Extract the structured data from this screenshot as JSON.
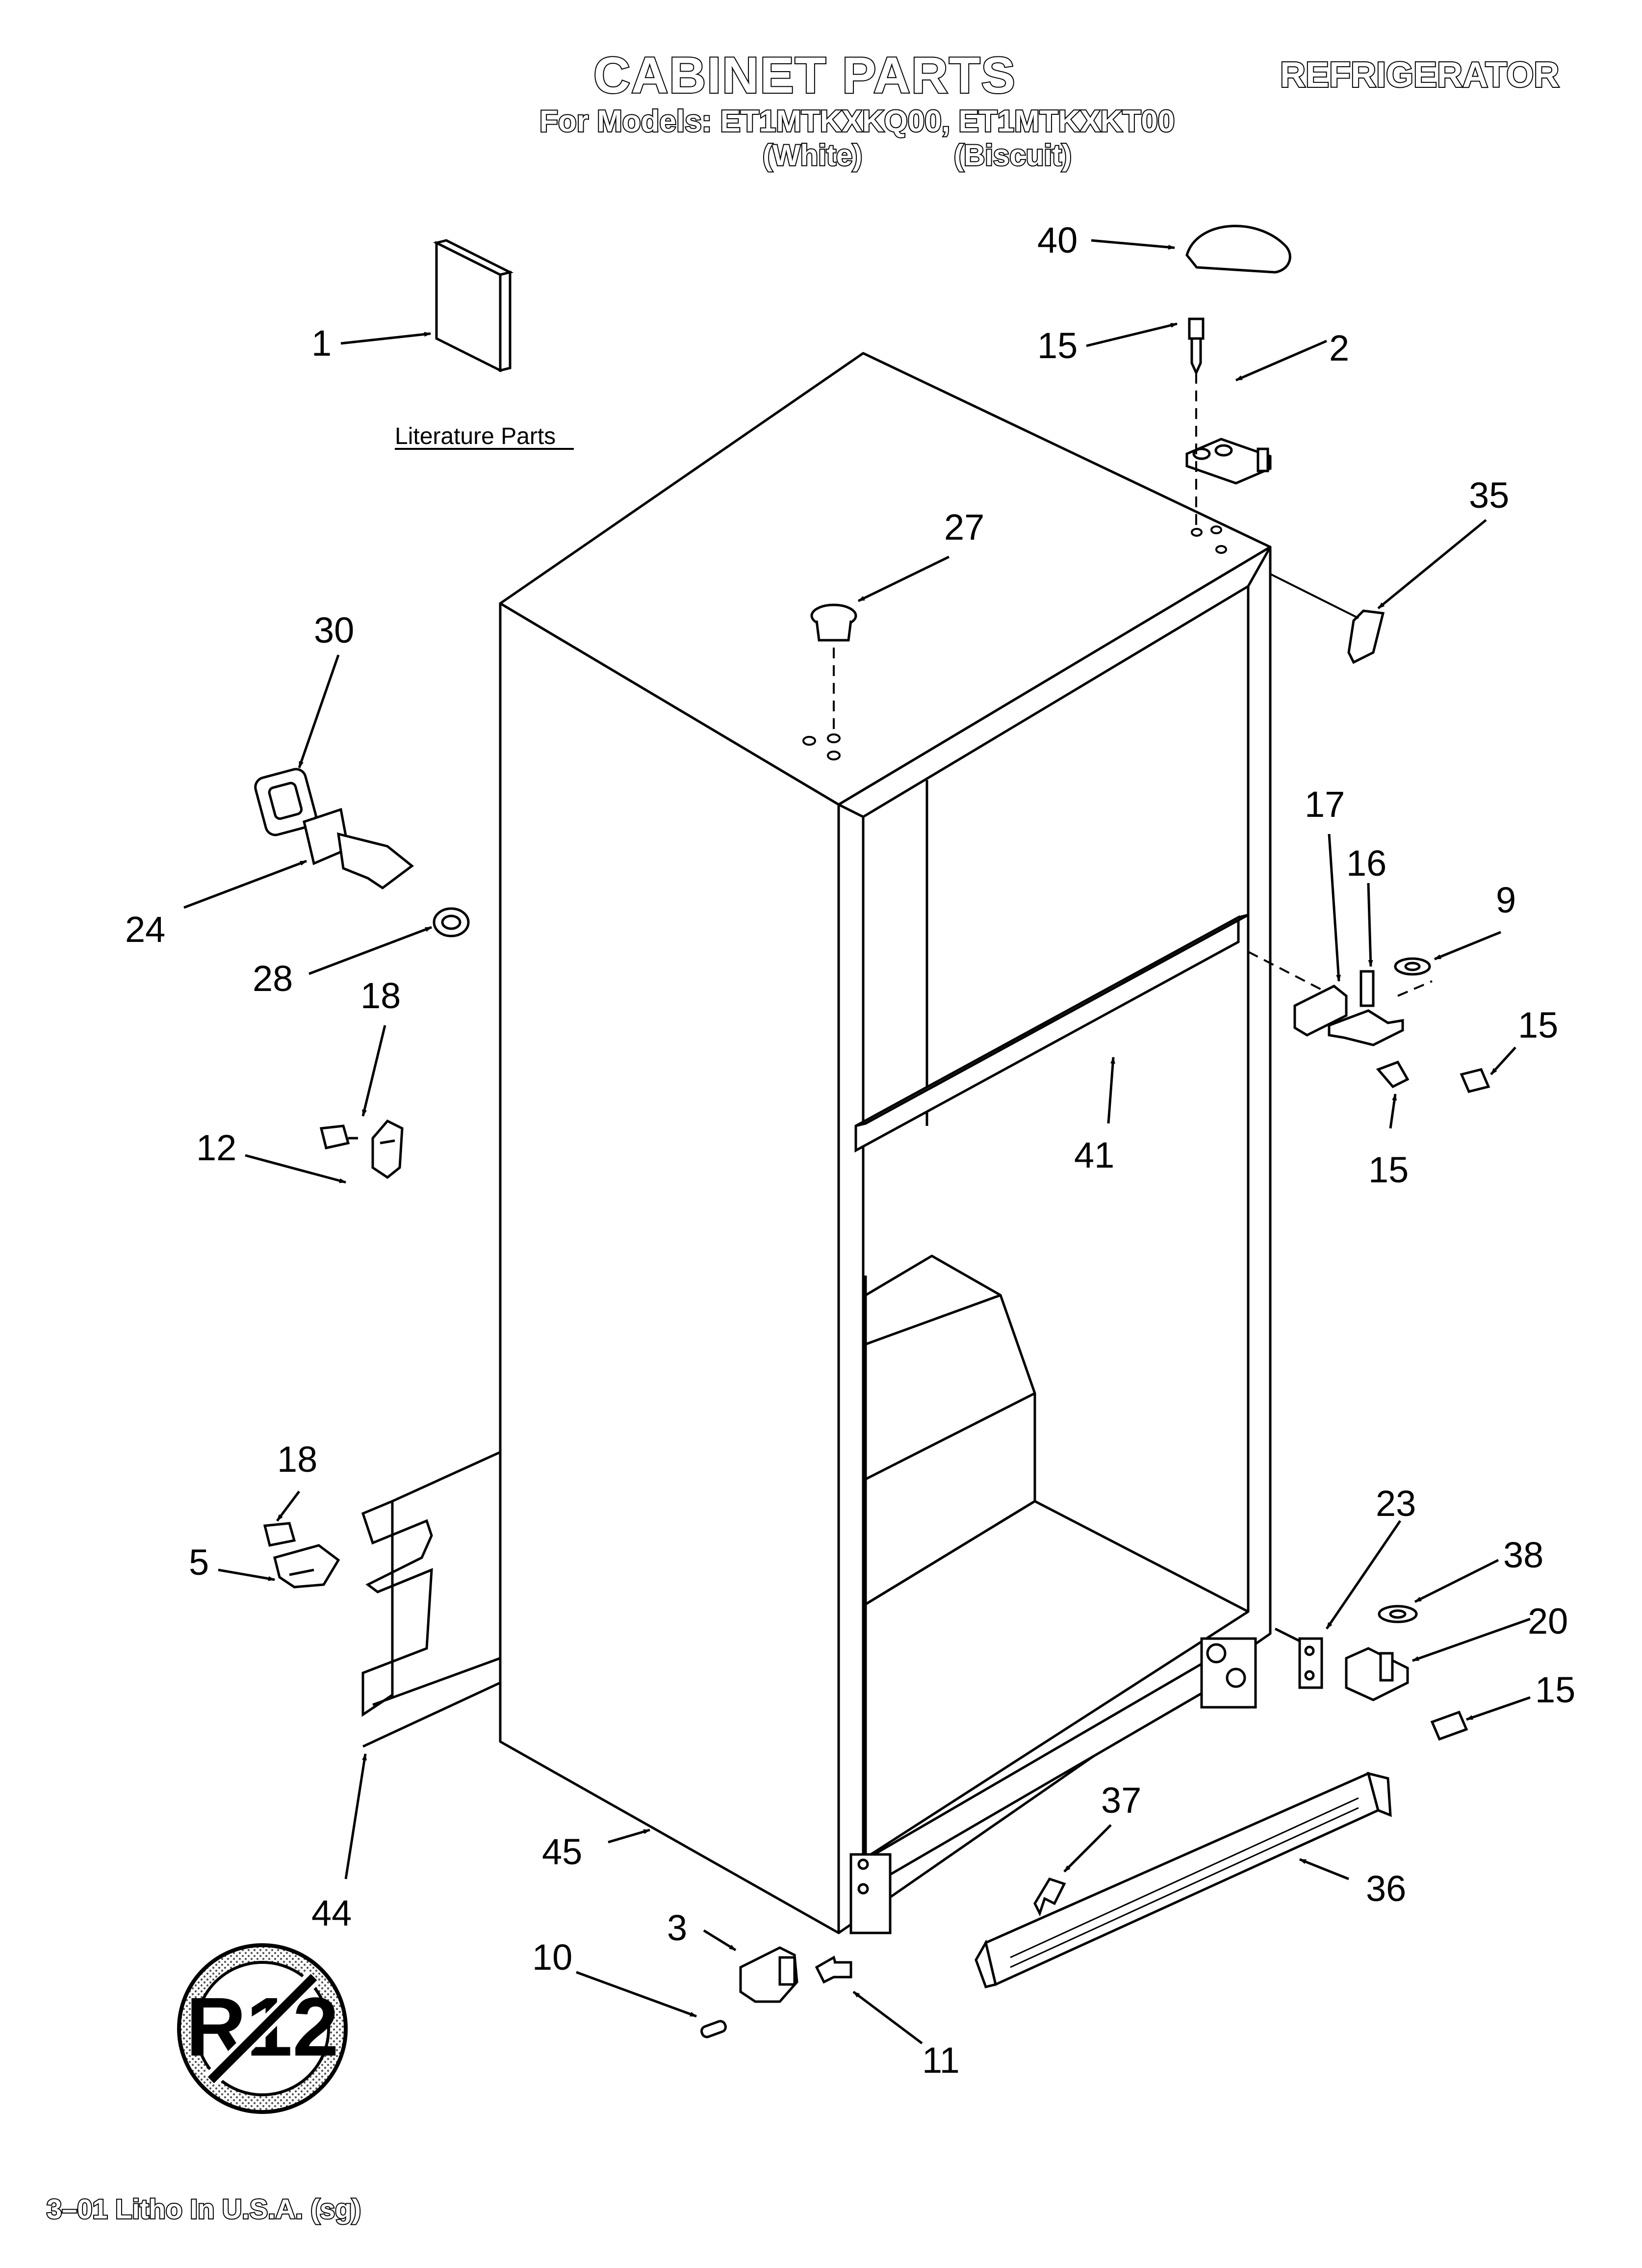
{
  "header": {
    "title": "CABINET PARTS",
    "appliance": "REFRIGERATOR",
    "models_line": "For Models: ET1MTKXKQ00, ET1MTKXKT00",
    "color_white": "(White)",
    "color_biscuit": "(Biscuit)"
  },
  "literature_label": "Literature Parts",
  "parts": {
    "p1": "1",
    "p2": "2",
    "p40": "40",
    "p15_top": "15",
    "p27": "27",
    "p35": "35",
    "p30": "30",
    "p24": "24",
    "p28": "28",
    "p18_top": "18",
    "p12": "12",
    "p17": "17",
    "p16": "16",
    "p9": "9",
    "p15_r1": "15",
    "p15_r2": "15",
    "p41": "41",
    "p18_bottom": "18",
    "p5": "5",
    "p44": "44",
    "p45": "45",
    "p23": "23",
    "p38": "38",
    "p20": "20",
    "p15_r3": "15",
    "p37": "37",
    "p36": "36",
    "p3": "3",
    "p10": "10",
    "p11": "11"
  },
  "badge": {
    "text": "R12"
  },
  "footer": {
    "litho": "3–01 Litho In U.S.A. (sg)"
  }
}
